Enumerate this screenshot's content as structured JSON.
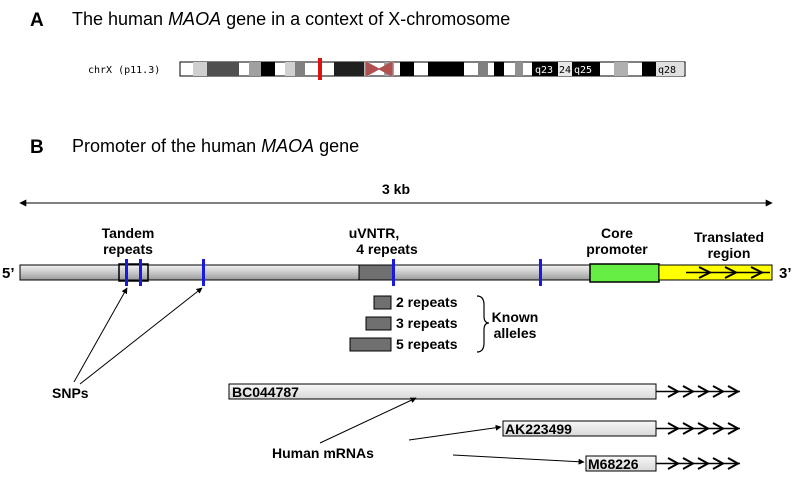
{
  "panel_a": {
    "letter": "A",
    "title_pre": "The human ",
    "title_gene": "MAOA",
    "title_post": " gene in a context of X-chromosome",
    "chrom_label": "chrX (p11.3)",
    "band_labels": [
      "q23",
      "24",
      "q25",
      "q28"
    ]
  },
  "panel_b": {
    "letter": "B",
    "title_pre": "Promoter of the human ",
    "title_gene": "MAOA",
    "title_post": " gene",
    "scale_label": "3 kb",
    "end_5": "5’",
    "end_3": "3’",
    "tandem_line1": "Tandem",
    "tandem_line2": "repeats",
    "uvntr_line1": "uVNTR,",
    "uvntr_line2": "4 repeats",
    "core_line1": "Core",
    "core_line2": "promoter",
    "translated_line1": "Translated",
    "translated_line2": "region",
    "alleles": [
      "2 repeats",
      "3 repeats",
      "5 repeats"
    ],
    "known_line1": "Known",
    "known_line2": "alleles",
    "snps_label": "SNPs",
    "mrnas_label": "Human mRNAs",
    "mrnas": [
      "BC044787",
      "AK223499",
      "M68226"
    ]
  },
  "colors": {
    "snp_marker": "#1a1adc",
    "core_promoter": "#66ee44",
    "translated_region": "#ffff00",
    "uvntr": "#707070",
    "chromosome_marker": "#dd1111",
    "centromere": "#b05050",
    "promoter_bar": "#d4d4d4"
  }
}
